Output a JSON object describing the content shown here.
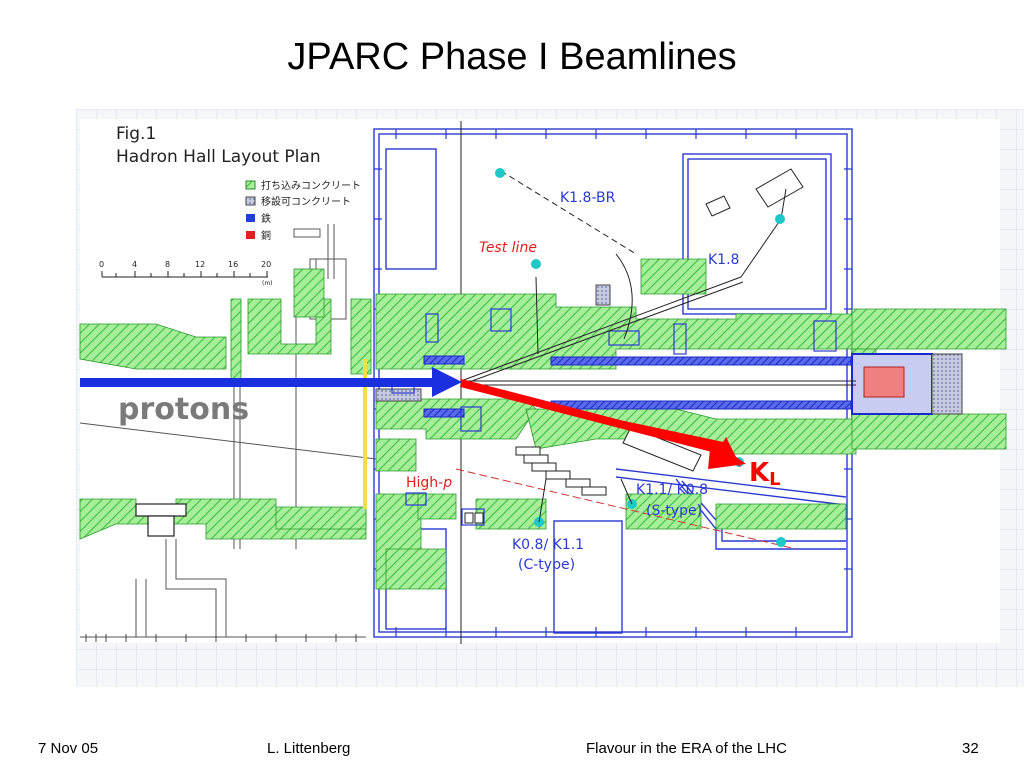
{
  "slide": {
    "title": "JPARC Phase I Beamlines"
  },
  "figure": {
    "fig_label": "Fig.1",
    "fig_caption": "Hadron Hall Layout Plan",
    "legend": [
      {
        "label": "打ち込みコンクリート",
        "color": "#7fe07f"
      },
      {
        "label": "移設可コンクリート",
        "color": "#9aa6c8"
      },
      {
        "label": "鉄",
        "color": "#1f3fd8"
      },
      {
        "label": "銅",
        "color": "#e02020"
      }
    ],
    "scale": {
      "ticks": [
        "0",
        "4",
        "8",
        "12",
        "16",
        "20"
      ],
      "unit": "(m)"
    },
    "labels": {
      "protons": "protons",
      "k18br": "K1.8-BR",
      "test_line": "Test line",
      "k18": "K1.8",
      "high_p": "High-",
      "high_p_italic": "p",
      "kl": "K",
      "kl_sub": "L",
      "k11_line1": "K1.1/ K0.8",
      "k11_line2": "(S-type)",
      "k08_line1": "K0.8/ K1.1",
      "k08_line2": "(C-type)"
    },
    "colors": {
      "concrete": "#7fe07f",
      "iron": "#1f3fd8",
      "copper": "#e02020",
      "marker": "#1ec8c8",
      "kl_arrow": "#ff0000",
      "proton_arrow": "#1a2fe0"
    }
  },
  "footer": {
    "date": "7 Nov 05",
    "author": "L. Littenberg",
    "event": "Flavour in the ERA of the LHC",
    "page": "32"
  }
}
